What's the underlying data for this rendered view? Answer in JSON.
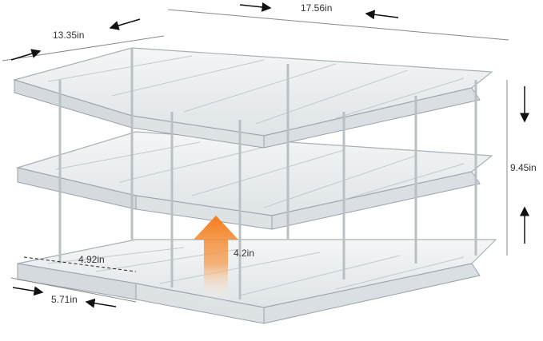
{
  "image": {
    "subject": "three-tier clear acrylic stackable organizer",
    "colors": {
      "background": "#ffffff",
      "acrylic": "#e4e8ea",
      "edge": "#a9b0b4",
      "arrow": "#f27c1c",
      "dim_text": "#333333"
    }
  },
  "dimensions": {
    "total_width": "17.56in",
    "depth": "13.35in",
    "total_height": "9.45in",
    "tier_height": "4.2in",
    "inner_slot_width": "4.92in",
    "unit_width": "5.71in"
  }
}
